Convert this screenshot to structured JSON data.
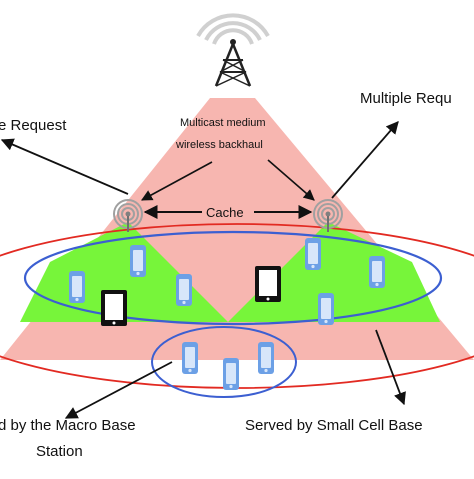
{
  "labels": {
    "single_request": "e Request",
    "multiple_request": "Multiple Requ",
    "backhaul_line1": "Multicast medium",
    "backhaul_line2": "wireless backhaul",
    "cache": "Cache",
    "macro_served_line1": "d by the Macro Base",
    "macro_served_line2": "Station",
    "small_cell_served": "Served by Small Cell Base"
  },
  "colors": {
    "macro_coverage": "#f7b6b0",
    "small_cell_coverage": "#77f53a",
    "ellipse_red": "#e22a22",
    "ellipse_blue": "#3c5fd1",
    "phone": "#6ca0e6",
    "tablet": "#111111",
    "tower": "#222222",
    "arrow": "#111111"
  },
  "icons": [
    "macro-tower-icon",
    "small-cell-antenna-icon",
    "smartphone-icon",
    "tablet-icon"
  ]
}
